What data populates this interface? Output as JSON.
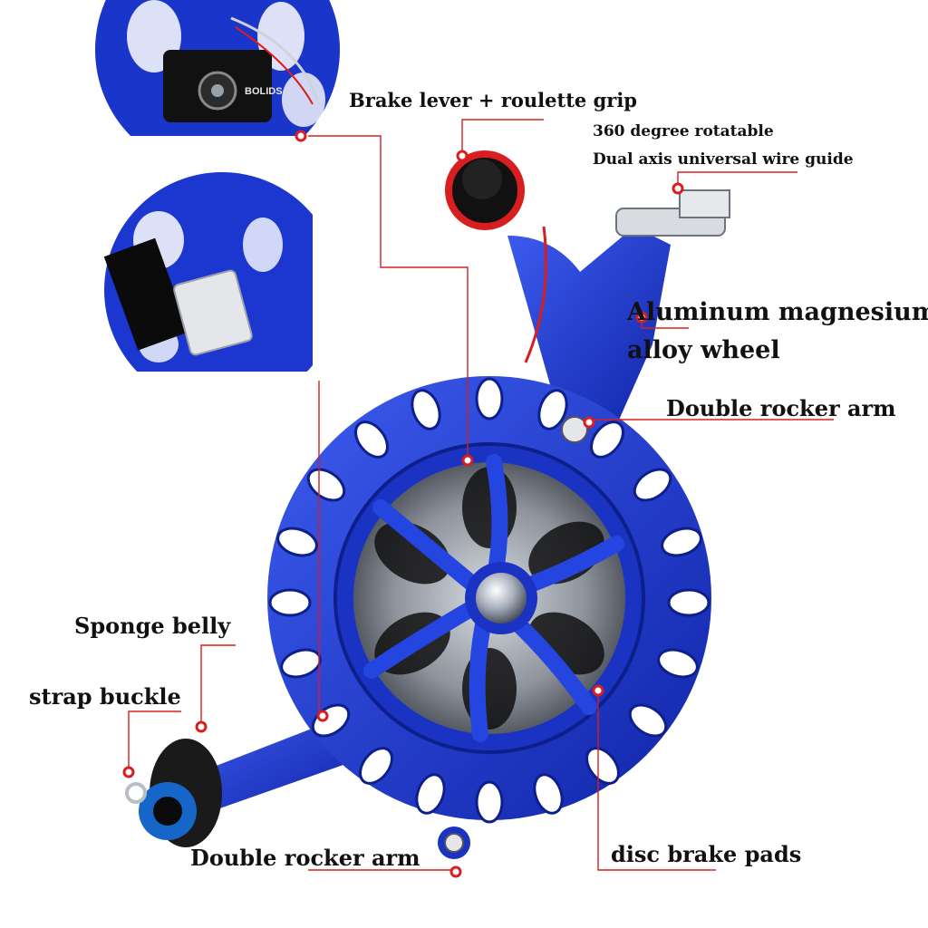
{
  "annotations": {
    "brake_lever": "Brake lever + roulette grip",
    "rotatable": "360 degree rotatable",
    "wire_guide": "Dual axis universal wire guide",
    "alloy_wheel_line1": "Aluminum magnesium",
    "alloy_wheel_line2": "alloy wheel",
    "rocker_arm_top": "Double rocker arm",
    "sponge_belly": "Sponge belly",
    "strap_buckle": "strap buckle",
    "rocker_arm_bottom": "Double rocker arm",
    "disc_brake_pads": "disc brake pads"
  },
  "inset_logo_text": "BOLIDS",
  "colors": {
    "reel_blue": "#1f3fd6",
    "reel_blue_dark": "#0d1f8a",
    "leader_line": "#d81e1e",
    "label_text": "#111111"
  }
}
